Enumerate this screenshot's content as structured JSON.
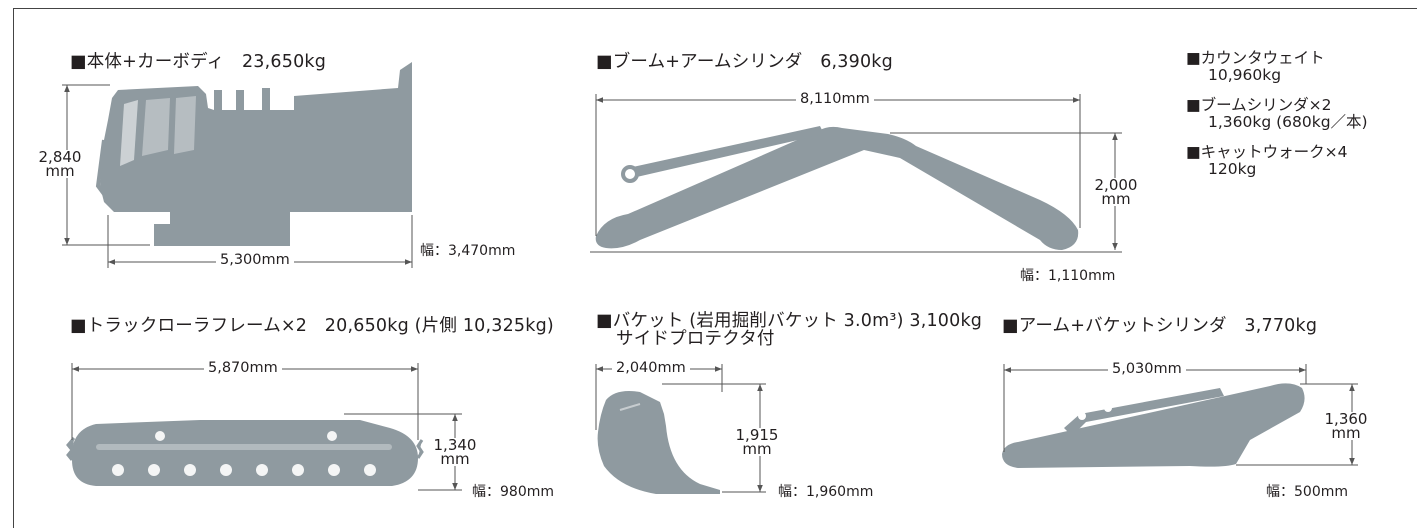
{
  "colors": {
    "silhouette": "#8f9aa0",
    "dimension_line": "#555555",
    "text": "#231f20",
    "frame": "#444444"
  },
  "body": {
    "title": "■本体+カーボディ　23,650kg",
    "height_value": "2,840",
    "height_unit": "mm",
    "length": "5,300mm",
    "width": "幅：3,470mm"
  },
  "boom": {
    "title": "■ブーム+アームシリンダ　6,390kg",
    "length": "8,110mm",
    "height_value": "2,000",
    "height_unit": "mm",
    "width": "幅：1,110mm"
  },
  "notes": {
    "counterweight_label": "■カウンタウェイト",
    "counterweight_value": "10,960kg",
    "boom_cyl_label": "■ブームシリンダ×2",
    "boom_cyl_value": "1,360kg (680kg／本)",
    "catwalk_label": "■キャットウォーク×4",
    "catwalk_value": "120kg"
  },
  "track": {
    "title": "■トラックローラフレーム×2　20,650kg (片側 10,325kg)",
    "length": "5,870mm",
    "height_value": "1,340",
    "height_unit": "mm",
    "width": "幅：980mm"
  },
  "bucket": {
    "title_line1": "■バケット (岩用掘削バケット 3.0m³) 3,100kg",
    "title_line2": "サイドプロテクタ付",
    "length": "2,040mm",
    "height_value": "1,915",
    "height_unit": "mm",
    "width": "幅：1,960mm"
  },
  "arm": {
    "title": "■アーム+バケットシリンダ　3,770kg",
    "length": "5,030mm",
    "height_value": "1,360",
    "height_unit": "mm",
    "width": "幅：500mm"
  }
}
